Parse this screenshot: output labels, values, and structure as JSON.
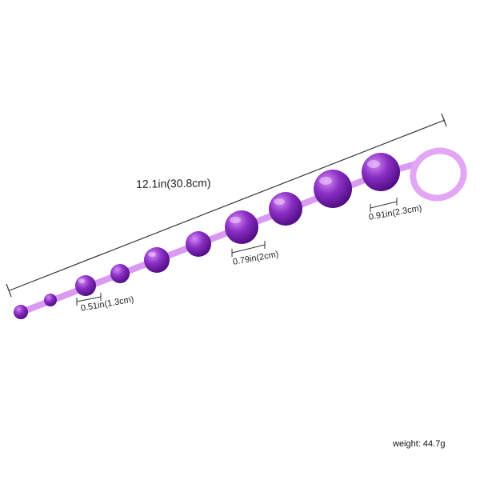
{
  "dimensions": {
    "total_length": "12.1in(30.8cm)",
    "small_bead": "0.51in(1.3cm)",
    "medium_bead": "0.79in(2cm)",
    "large_bead": "0.91in(2.3cm)"
  },
  "weight": "weight: 44.7g",
  "colors": {
    "bead": "#8a2fc4",
    "bead_dark": "#5a1190",
    "cord": "#cf78ee",
    "ring": "#e3a6f5",
    "measure_line": "#333333"
  }
}
